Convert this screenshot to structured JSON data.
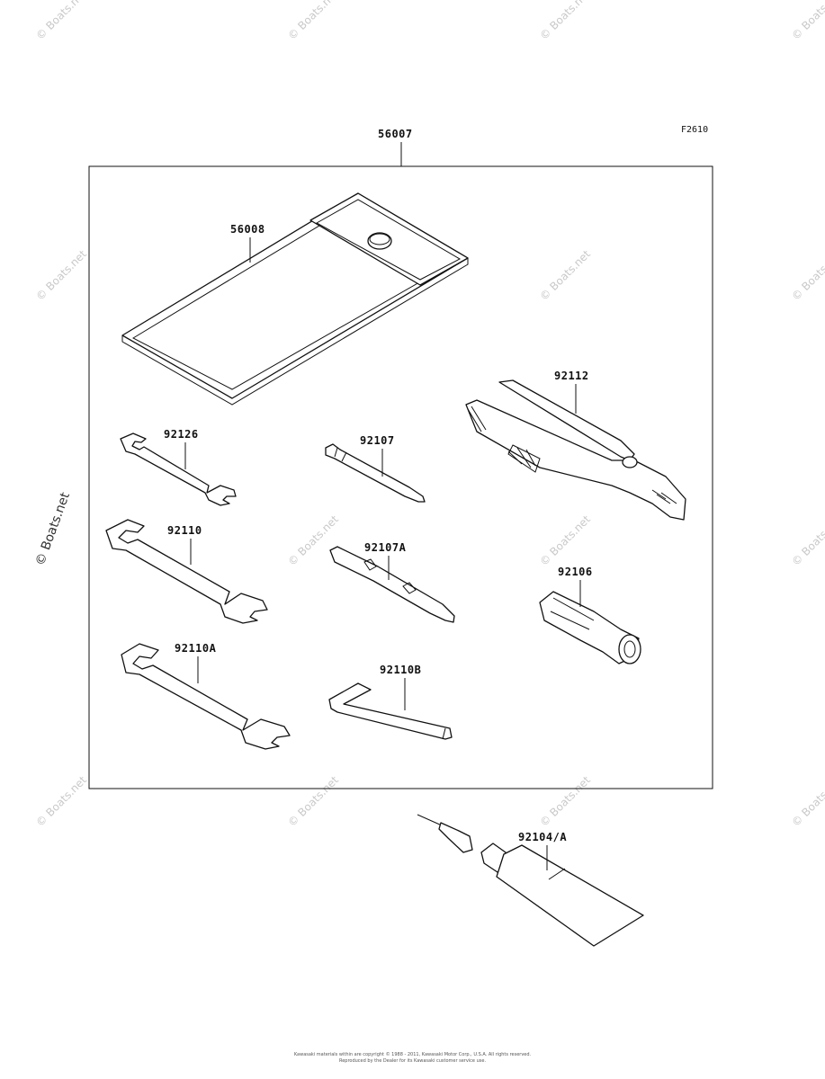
{
  "figure_code": "F2610",
  "assembly_label": "56007",
  "parts": {
    "p56008": "56008",
    "p92112": "92112",
    "p92126": "92126",
    "p92107": "92107",
    "p92110": "92110",
    "p92107A": "92107A",
    "p92106": "92106",
    "p92110A": "92110A",
    "p92110B": "92110B",
    "p92104A": "92104/A"
  },
  "watermark": "© Boats.net",
  "footer": {
    "line1": "Kawasaki materials within are copyright © 1988 - 2011, Kawasaki Motor Corp., U.S.A. All rights reserved.",
    "line2": "Reproduced by the Dealer for its Kawasaki customer service use."
  },
  "colors": {
    "line": "#111111",
    "watermark": "#c9c9c9",
    "background": "#ffffff"
  }
}
